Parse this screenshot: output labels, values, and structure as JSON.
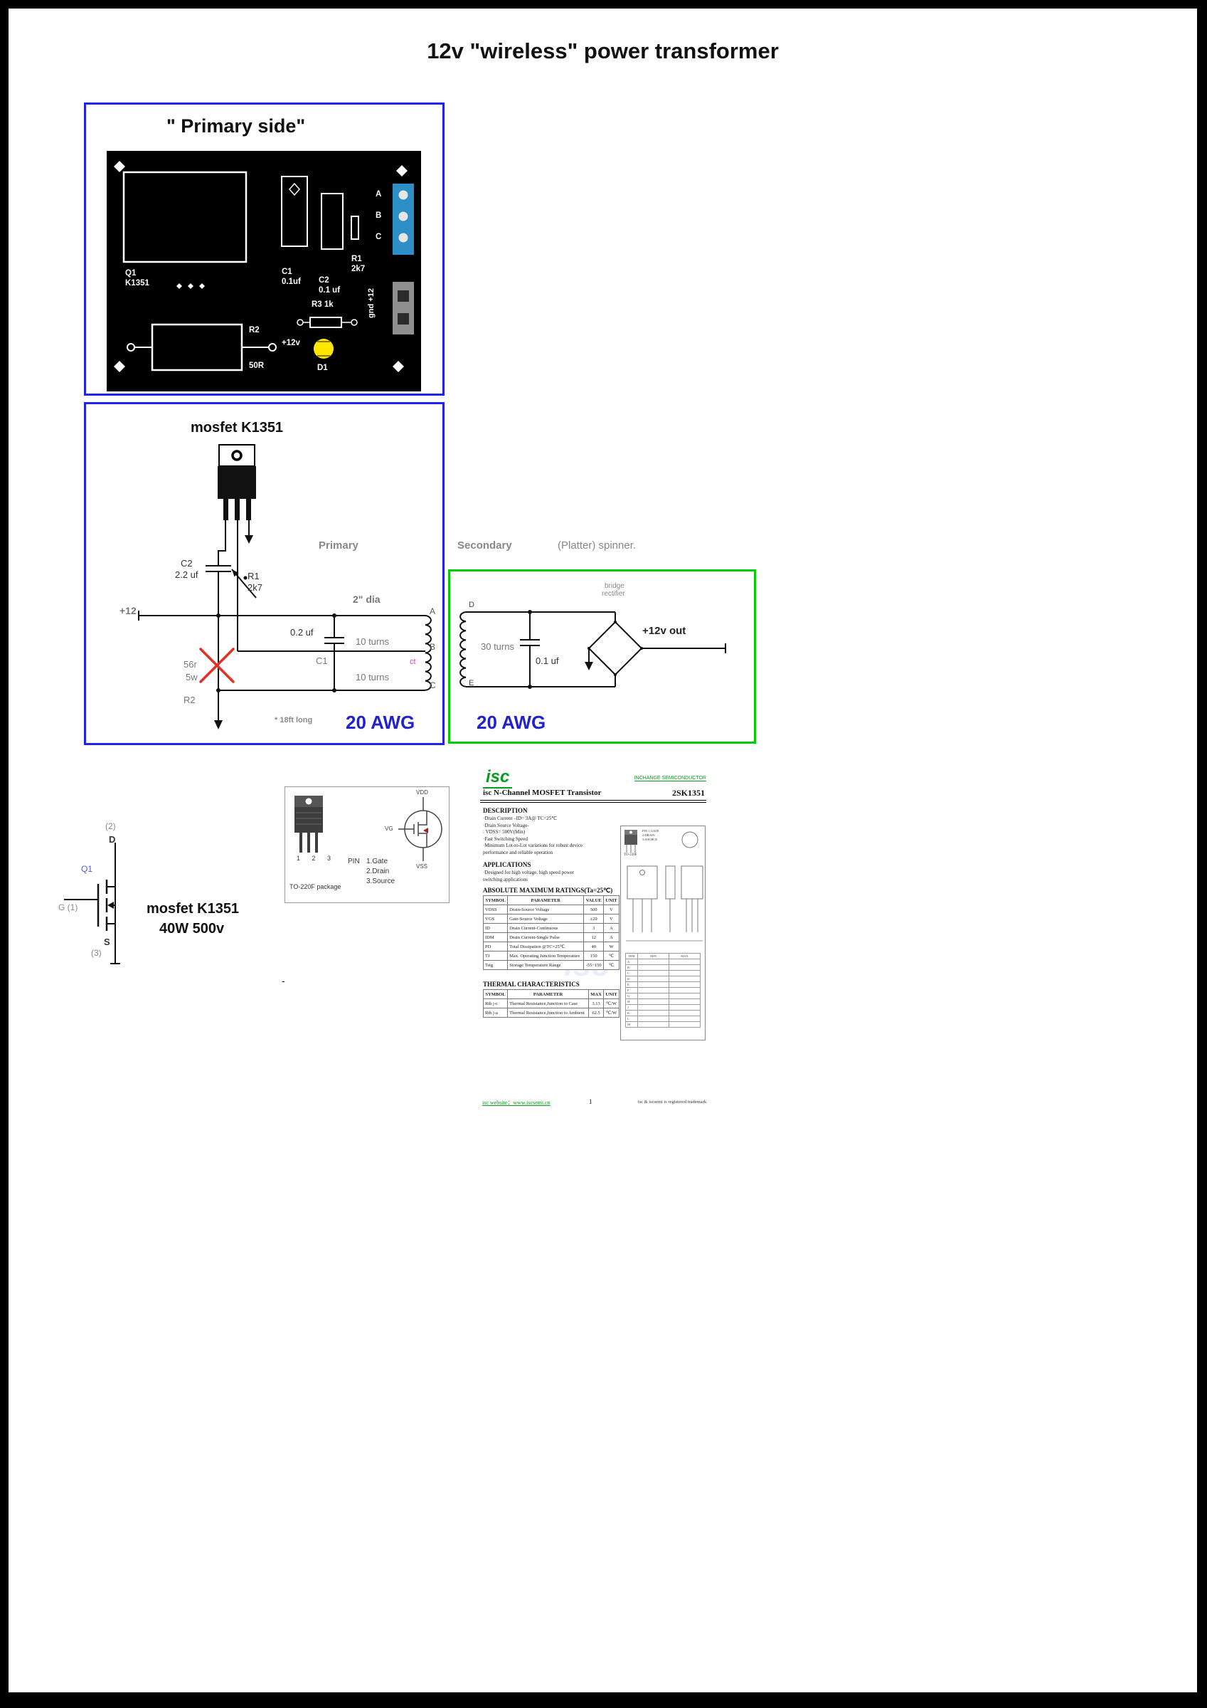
{
  "page": {
    "title": "12v \"wireless\" power transformer"
  },
  "pcb": {
    "section_label": "\" Primary side\"",
    "q1_ref": "Q1",
    "q1_part": "K1351",
    "c1_ref": "C1",
    "c1_val": "0.1uf",
    "c2_ref": "C2",
    "c2_val": "0.1 uf",
    "r1_ref": "R1",
    "r1_val": "2k7",
    "pin_a": "A",
    "pin_b": "B",
    "pin_c": "C",
    "gnd_label": "gnd +12",
    "r3_label": "R3 1k",
    "v12_label": "+12v",
    "d1_label": "D1",
    "r2_ref": "R2",
    "r2_val": "50R"
  },
  "schematic": {
    "mosfet_title": "mosfet K1351",
    "c2_ref": "C2",
    "c2_val": "2.2 uf",
    "r1_ref": "R1",
    "r1_val": "2k7",
    "v12": "+12",
    "r2_l1": "56r",
    "r2_l2": "5w",
    "r2_l3": "R2",
    "primary": "Primary",
    "dia": "2\" dia",
    "c1_val": "0.2 uf",
    "c1_ref": "C1",
    "turns_top": "10 turns",
    "turns_bot": "10 turns",
    "tap_a": "A",
    "tap_b": "B",
    "tap_c": "C",
    "tap_ct": "ct",
    "length_note": "* 18ft long",
    "awg": "20 AWG"
  },
  "secondary": {
    "label": "Secondary",
    "spinner_label": "(Platter) spinner.",
    "tap_d": "D",
    "tap_e": "E",
    "turns": "30 turns",
    "cap_val": "0.1 uf",
    "bridge_l1": "bridge",
    "bridge_l2": "rectifier",
    "out_label": "+12v out",
    "awg": "20 AWG"
  },
  "mosfet_sym": {
    "pin2": "(2)",
    "d": "D",
    "q1": "Q1",
    "g": "G (1)",
    "s": "S",
    "pin3": "(3)",
    "cap1": "mosfet K1351",
    "cap2": "40W 500v"
  },
  "pkg_fig": {
    "pins": "1 2 3",
    "pkg_name": "TO-220F package",
    "pin_hdr": "PIN",
    "pin1": "1.Gate",
    "pin2": "2.Drain",
    "pin3": "3.Source",
    "vdd": "VDD",
    "vg": "VG",
    "vss": "VSS"
  },
  "dash": "-",
  "datasheet": {
    "logo": "isc",
    "brand": "INCHANGE SEMICONDUCTOR",
    "title": "isc N-Channel MOSFET Transistor",
    "part": "2SK1351",
    "desc_hdr": "DESCRIPTION",
    "description": [
      "·Drain Current –ID= 3A@ TC=25℃",
      "·Drain Source Voltage- ",
      "  : VDSS= 500V(Min)",
      "·Fast Switching Speed",
      "·Minimum Lot-to-Lot variations for robust device",
      "  performance and reliable operation"
    ],
    "app_hdr": "APPLICATIONS",
    "applications": [
      "·Designed for high voltage, high speed power",
      "  switching applications"
    ],
    "ratings_hdr": "ABSOLUTE MAXIMUM RATINGS(Ta=25℃)",
    "ratings_headers": [
      "SYMBOL",
      "PARAMETER",
      "VALUE",
      "UNIT"
    ],
    "ratings_rows": [
      [
        "VDSS",
        "Drain-Source Voltage",
        "500",
        "V"
      ],
      [
        "VGS",
        "Gate-Source Voltage",
        "±20",
        "V"
      ],
      [
        "ID",
        "Drain Current-Continuous",
        "3",
        "A"
      ],
      [
        "IDM",
        "Drain Current-Single Pulse",
        "12",
        "A"
      ],
      [
        "PD",
        "Total Dissipation @TC=25℃",
        "40",
        "W"
      ],
      [
        "TJ",
        "Max. Operating Junction Temperature",
        "150",
        "℃"
      ],
      [
        "Tstg",
        "Storage Temperature Range",
        "-55~150",
        "℃"
      ]
    ],
    "thermal_hdr": "THERMAL CHARACTERISTICS",
    "thermal_headers": [
      "SYMBOL",
      "PARAMETER",
      "MAX",
      "UNIT"
    ],
    "thermal_rows": [
      [
        "Rth j-c",
        "Thermal Resistance,Junction to Case",
        "3.13",
        "℃/W"
      ],
      [
        "Rth j-a",
        "Thermal Resistance,Junction to Ambient",
        "62.5",
        "℃/W"
      ]
    ],
    "pkg_pins": [
      "PIN 1.GATE",
      "2.DRAIN",
      "3.SOURCE"
    ],
    "pkg_name": "TO-220F",
    "dim_headers": [
      "DIM",
      "MIN",
      "MAX"
    ],
    "dim_rows": [
      [
        "A",
        "",
        ""
      ],
      [
        "B",
        "",
        ""
      ],
      [
        "C",
        "",
        ""
      ],
      [
        "D",
        "",
        ""
      ],
      [
        "E",
        "",
        ""
      ],
      [
        "F",
        "",
        ""
      ],
      [
        "G",
        "",
        ""
      ],
      [
        "H",
        "",
        ""
      ],
      [
        "J",
        "",
        ""
      ],
      [
        "K",
        "",
        ""
      ],
      [
        "L",
        "",
        ""
      ],
      [
        "M",
        "",
        ""
      ]
    ],
    "watermark": "isc",
    "footer_label": "isc website：www.iscsemi.cn",
    "footer_page": "1",
    "footer_right": "isc & iscsemi is registered trademark"
  }
}
